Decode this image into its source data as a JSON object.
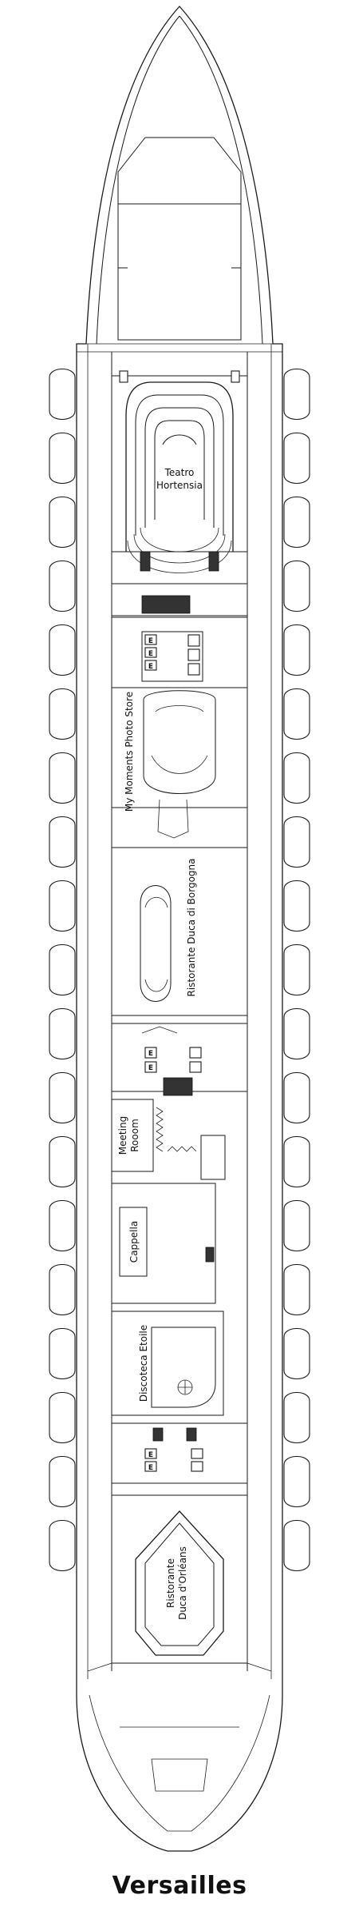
{
  "deck": {
    "name": "Versailles"
  },
  "rooms": {
    "teatro": {
      "line1": "Teatro",
      "line2": "Hortensia"
    },
    "photo_store": "My Moments Photo Store",
    "ristorante_borgogna": "Ristorante Duca di Borgogna",
    "meeting": {
      "line1": "Meeting",
      "line2": "Rooom"
    },
    "cappella": "Cappella",
    "discoteca": "Discoteca Etoile",
    "ristorante_orleans": {
      "line1": "Ristorante",
      "line2": "Duca d'Orléans"
    }
  },
  "icons": {
    "elevator": "elevator-icon",
    "stairs": "stairs-icon",
    "lifeboat": "lifeboat-icon"
  },
  "colors": {
    "line": "#1a1a1a",
    "background": "#ffffff",
    "fill_dark": "#333333"
  }
}
